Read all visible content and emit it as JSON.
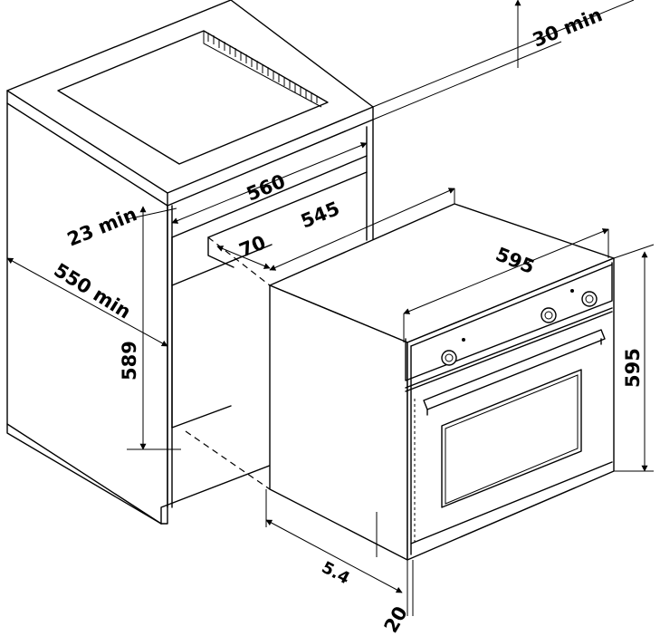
{
  "dimensions": {
    "gap_top": "30 min",
    "niche_width": "560",
    "oven_depth_body": "545",
    "gap_side": "23 min",
    "recess": "70",
    "cabinet_depth": "550 min",
    "oven_width": "595",
    "niche_height": "589",
    "oven_height": "595",
    "depth_bottom": "5.4",
    "front_offset": "20"
  }
}
